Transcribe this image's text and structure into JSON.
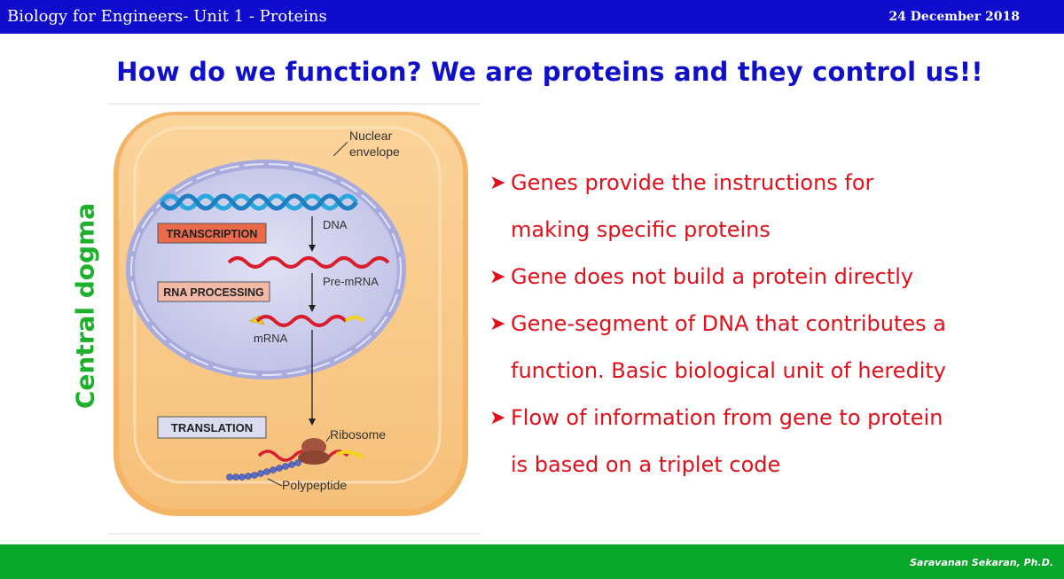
{
  "header": {
    "course": "Biology for Engineers- Unit 1 - Proteins",
    "date": "24 December 2018"
  },
  "title": "How do we function? We are proteins and they control us!!",
  "side_label": "Central dogma",
  "figure": {
    "nuclear_envelope_line1": "Nuclear",
    "nuclear_envelope_line2": "envelope",
    "dna": "DNA",
    "transcription": "TRANSCRIPTION",
    "rna_processing": "RNA PROCESSING",
    "pre_mrna": "Pre-mRNA",
    "mrna": "mRNA",
    "translation": "TRANSLATION",
    "ribosome": "Ribosome",
    "polypeptide": "Polypeptide",
    "colors": {
      "cell": "#f8c98a",
      "nucleus": "#c7c8ea",
      "dna": "#2aa7dd",
      "rna": "#d81e2c",
      "cap": "#f2d21a",
      "transcription_box": "#ea6a4a",
      "rna_processing_box": "#f3b9a6",
      "translation_box": "#dcdcf0"
    }
  },
  "bullets": [
    {
      "line1": "Genes provide the instructions for",
      "line2": "making specific proteins"
    },
    {
      "line1": "Gene does not build a protein directly"
    },
    {
      "line1": "Gene-segment of DNA that contributes a",
      "line2": "function. Basic biological unit of heredity"
    },
    {
      "line1": "Flow of information from gene to protein",
      "line2": "is based on a triplet code"
    }
  ],
  "footer": {
    "author": "Saravanan Sekaran, Ph.D."
  }
}
